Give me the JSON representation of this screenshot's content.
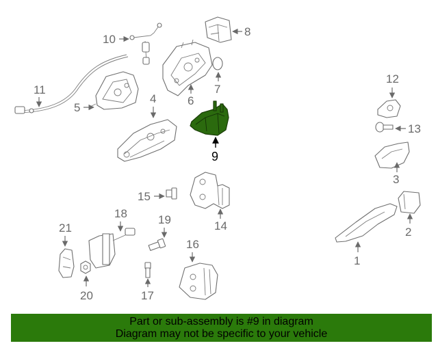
{
  "diagram": {
    "highlight_color": "#2b6a0e",
    "callouts": {
      "p1": "1",
      "p2": "2",
      "p3": "3",
      "p4": "4",
      "p5": "5",
      "p6": "6",
      "p7": "7",
      "p8": "8",
      "p9": "9",
      "p10": "10",
      "p11": "11",
      "p12": "12",
      "p13": "13",
      "p14": "14",
      "p15": "15",
      "p16": "16",
      "p17": "17",
      "p18": "18",
      "p19": "19",
      "p20": "20",
      "p21": "21"
    },
    "highlighted_part": "9"
  },
  "banner": {
    "background": "#2b7a0b",
    "line1": "Part or sub-assembly is #9 in diagram",
    "line2": "Diagram may not be specific to your vehicle"
  }
}
